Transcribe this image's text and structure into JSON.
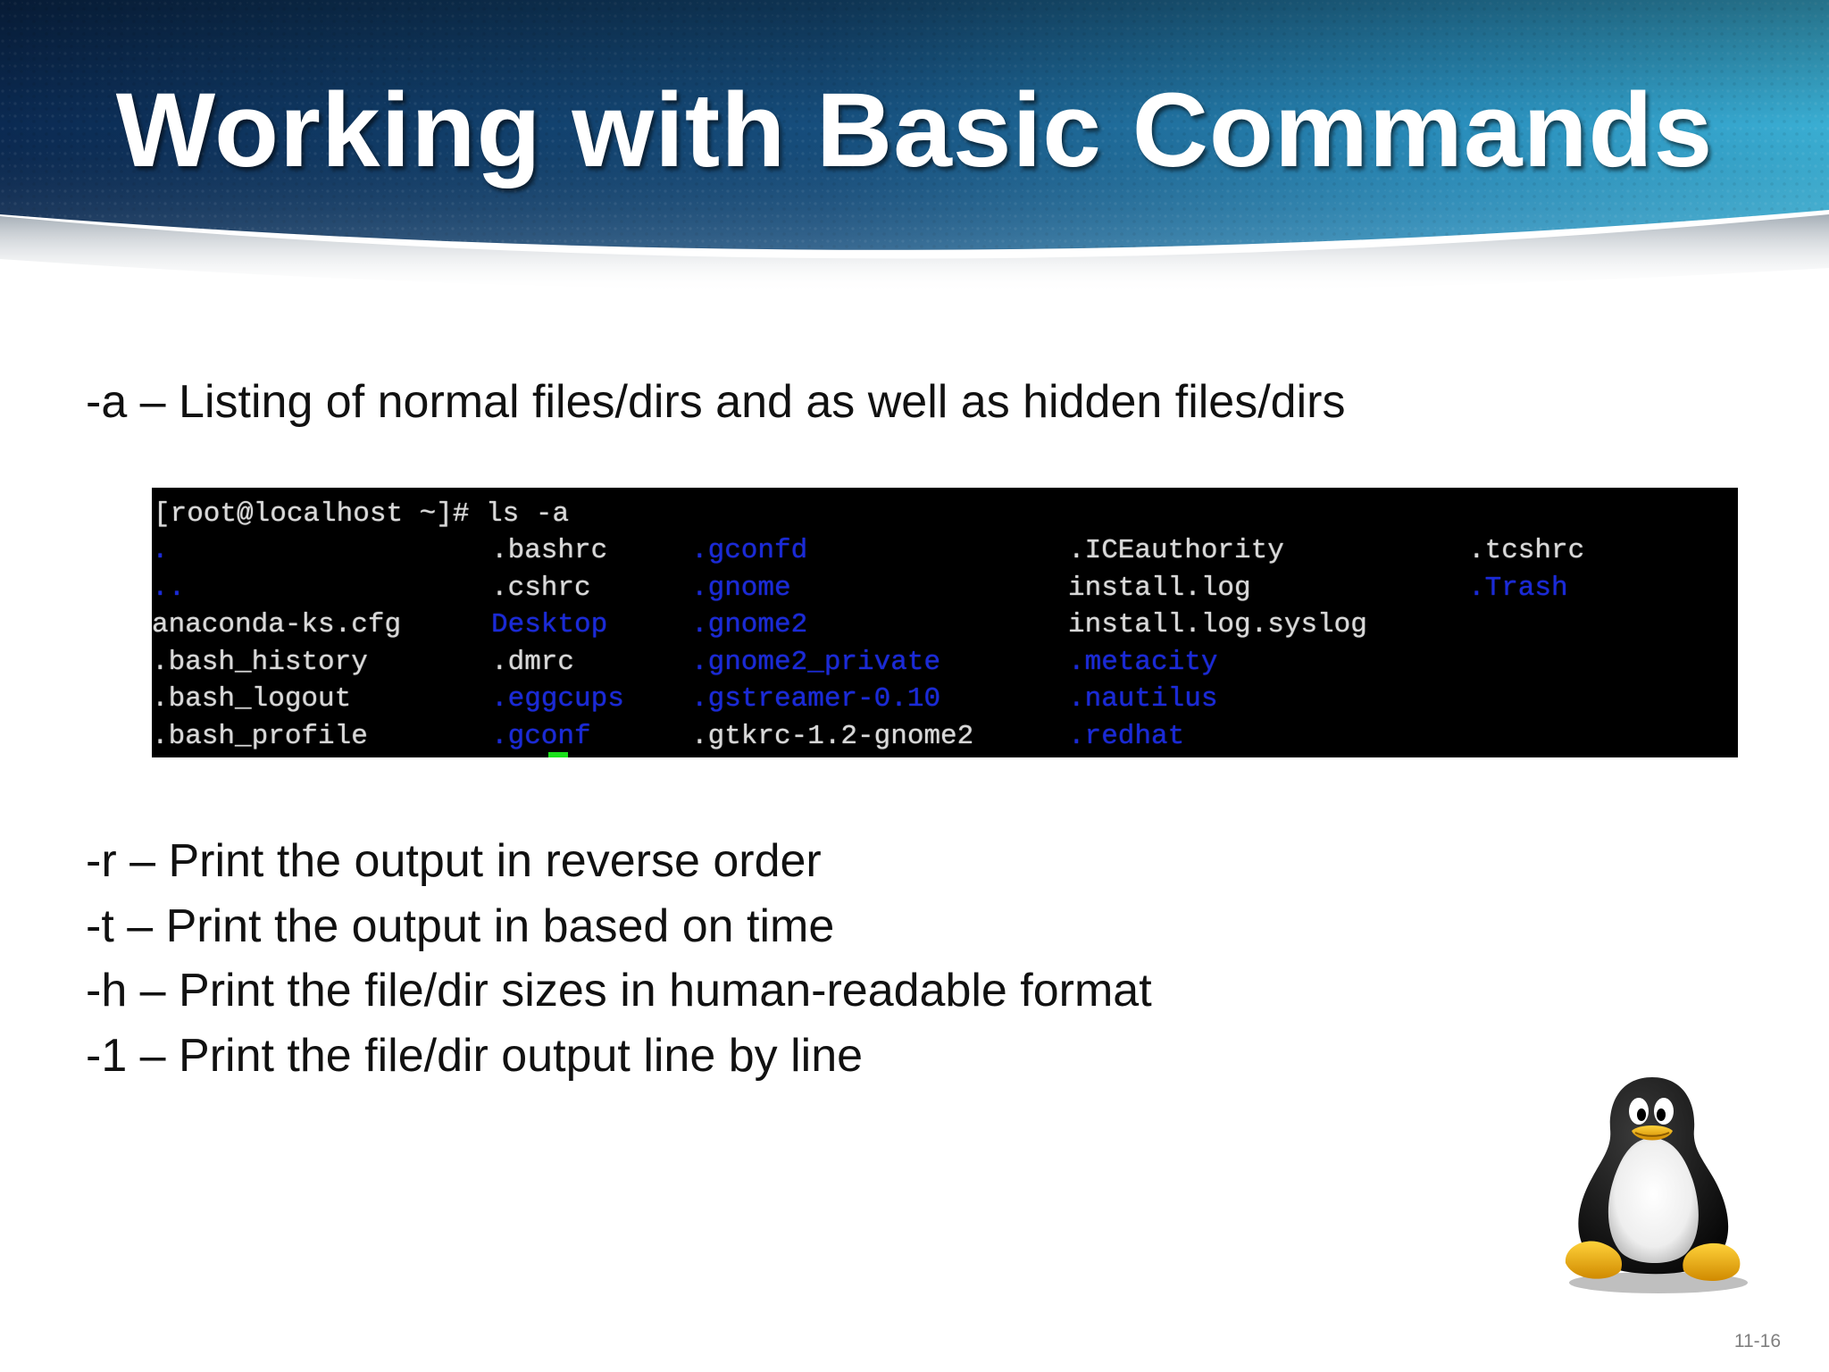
{
  "slide": {
    "title": "Working with Basic Commands",
    "line_a": "-a – Listing of normal files/dirs and as well as hidden files/dirs",
    "options": [
      "-r – Print the output in reverse order",
      "-t – Print the output in based on time",
      "-h – Print the file/dir sizes in human-readable format",
      "-1 – Print the file/dir output line by line"
    ],
    "page_number": "11-16"
  },
  "terminal": {
    "prompt": "[root@localhost ~]# ls -a",
    "columns": [
      [
        ".",
        "..",
        "anaconda-ks.cfg",
        ".bash_history",
        ".bash_logout",
        ".bash_profile"
      ],
      [
        ".bashrc",
        ".cshrc",
        "Desktop",
        ".dmrc",
        ".eggcups",
        ".gconf"
      ],
      [
        ".gconfd",
        ".gnome",
        ".gnome2",
        ".gnome2_private",
        ".gstreamer-0.10",
        ".gtkrc-1.2-gnome2"
      ],
      [
        ".ICEauthority",
        "install.log",
        "install.log.syslog",
        ".metacity",
        ".nautilus",
        ".redhat"
      ],
      [
        ".tcshrc",
        ".Trash"
      ]
    ],
    "directory_entries": [
      ".",
      "..",
      "Desktop",
      ".eggcups",
      ".gconf",
      ".gconfd",
      ".gnome",
      ".gnome2",
      ".gnome2_private",
      ".gstreamer-0.10",
      ".metacity",
      ".nautilus",
      ".redhat",
      ".Trash"
    ],
    "colors": {
      "background": "#000000",
      "file": "#d8d8d8",
      "directory": "#1a2ad8",
      "cursor": "#19e019"
    }
  },
  "icons": {
    "mascot": "tux-penguin-icon"
  },
  "colors": {
    "banner_dark": "#0d2f55",
    "banner_light": "#2f9fc8",
    "title": "#ffffff",
    "text": "#111111",
    "page_number": "#808080"
  }
}
